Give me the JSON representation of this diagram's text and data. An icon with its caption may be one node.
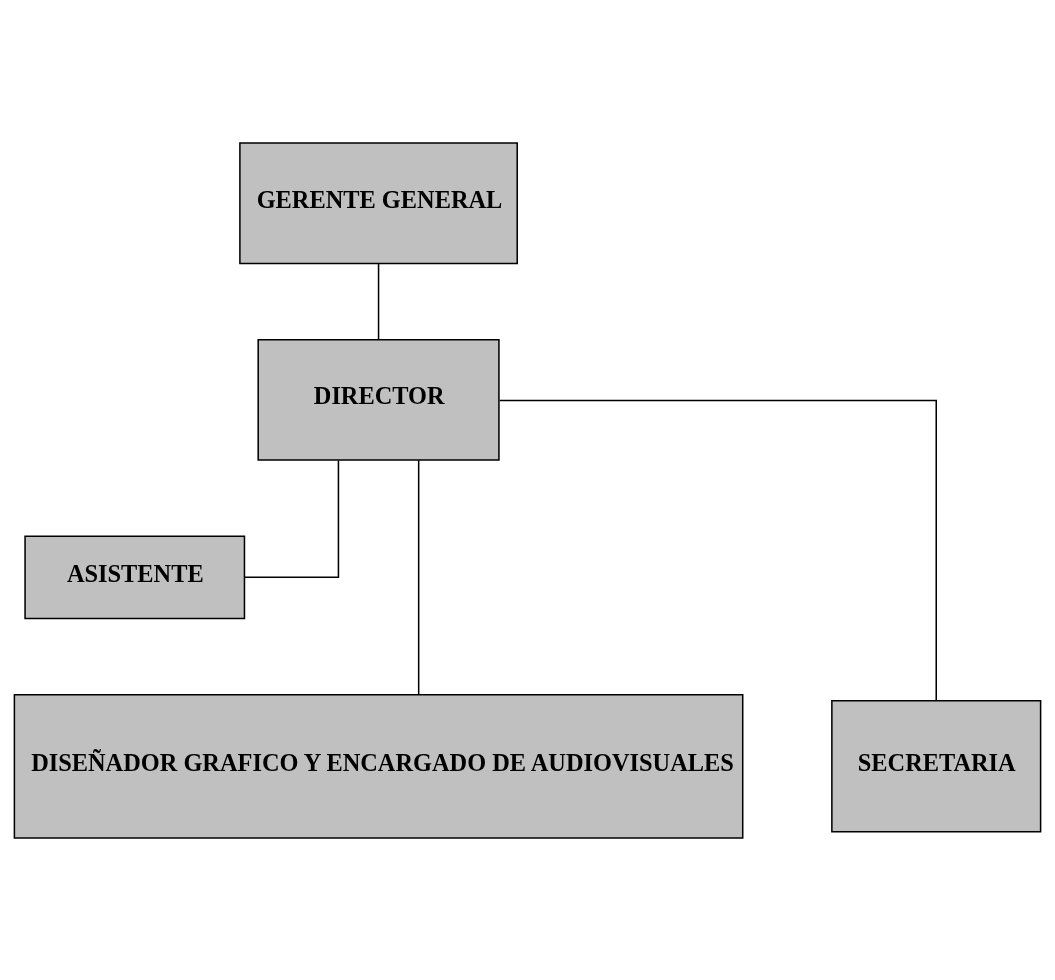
{
  "diagram": {
    "nodes": [
      {
        "text": [
          "GERENTE GENERAL"
        ]
      },
      {
        "text": [
          "DIRECTOR"
        ]
      },
      {
        "text": [
          "ASISTENTE"
        ]
      },
      {
        "text": [
          "DISEÑADOR GRAFICO Y ENCARGADO DE AUDIOVISUALES"
        ]
      },
      {
        "text": [
          "SECRETARIA"
        ]
      }
    ],
    "edges": [
      {
        "from": 0,
        "to": 1,
        "arrow": "none"
      },
      {
        "from": 1,
        "to": 2,
        "arrow": "none"
      },
      {
        "from": 1,
        "to": 3,
        "arrow": "none"
      },
      {
        "from": 1,
        "to": 4,
        "arrow": "none"
      }
    ]
  }
}
